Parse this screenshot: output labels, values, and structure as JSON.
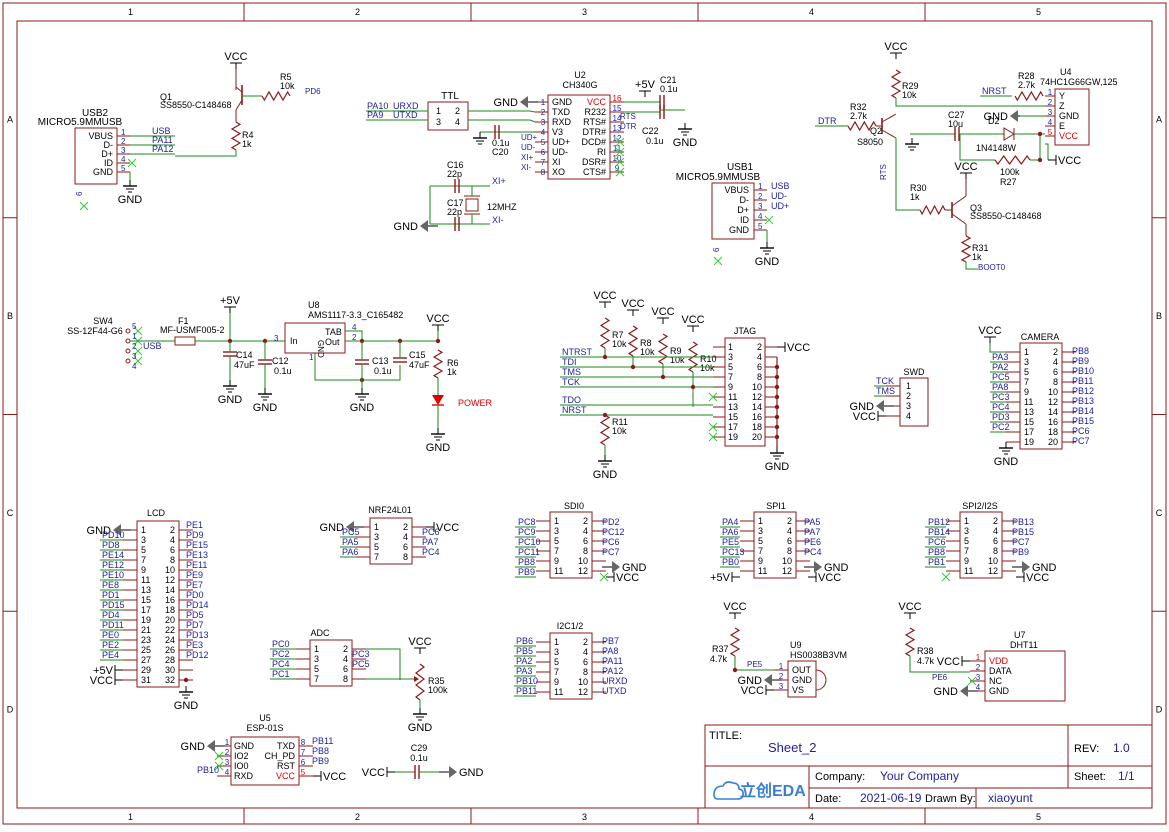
{
  "colors": {
    "border": "#8b1a1a",
    "wire": "#1a8a1a",
    "component": "#8b1a1a",
    "label": "#1e1ea0",
    "pinnum": "#1e1ea0",
    "power": "#000000",
    "accent_red": "#e00000",
    "noconnect": "#33cc33",
    "title_value": "#1e1ea0"
  },
  "frame": {
    "col_labels": [
      "1",
      "2",
      "3",
      "4",
      "5"
    ],
    "row_labels": [
      "A",
      "B",
      "C",
      "D"
    ]
  },
  "title_block": {
    "title_label": "TITLE:",
    "title_value": "Sheet_2",
    "rev_label": "REV:",
    "rev_value": "1.0",
    "company_label": "Company:",
    "company_value": "Your Company",
    "sheet_label": "Sheet:",
    "sheet_value": "1/1",
    "date_label": "Date:",
    "date_value": "2021-06-19",
    "drawn_label": "Drawn By:",
    "drawn_value": "xiaoyunt",
    "logo_text": "立创EDA"
  },
  "net_labels": {
    "vcc": "VCC",
    "gnd": "GND",
    "p5v": "+5V",
    "p5v_b": "+5V"
  },
  "usb2": {
    "ref": "USB2",
    "part": "MICRO5.9MMUSB",
    "pins": [
      "VBUS",
      "D-",
      "D+",
      "ID",
      "GND"
    ],
    "nets": [
      "USB",
      "PA11",
      "PA12"
    ]
  },
  "q1": {
    "ref": "Q1",
    "part": "SS8550-C148468",
    "r5": "R5",
    "r5v": "10k",
    "r5net": "PD6",
    "r4": "R4",
    "r4v": "1k"
  },
  "ttl": {
    "ref": "TTL",
    "l1": "PA10",
    "l1n": "URXD",
    "l2": "PA9",
    "l2n": "UTXD"
  },
  "u2": {
    "ref": "U2",
    "part": "CH340G",
    "left": [
      "GND",
      "TXD",
      "RXD",
      "V3",
      "UD+",
      "UD-",
      "XI",
      "XO"
    ],
    "right": [
      "VCC",
      "R232",
      "RTS#",
      "DTR#",
      "DCD#",
      "RI",
      "DSR#",
      "CTS#"
    ],
    "left_nets": [
      "UD+",
      "UD-",
      "XI+",
      "XI-"
    ],
    "right_nets": [
      "RTS",
      "DTR"
    ],
    "c20": "0.1u",
    "c20r": "C20",
    "c21": "C21",
    "c21v": "0.1u",
    "c22": "C22",
    "c22v": "0.1u"
  },
  "xtal": {
    "c16": "C16",
    "c16v": "22p",
    "c17": "C17",
    "c17v": "22p",
    "y": "12MHZ",
    "xip": "XI+",
    "xim": "XI-"
  },
  "autoreset": {
    "r29": "R29",
    "r29v": "10k",
    "r32": "R32",
    "r32v": "2.7k",
    "dtr": "DTR",
    "q2": "Q2",
    "q2p": "S8050",
    "rts": "RTS",
    "r30": "R30",
    "r30v": "1k",
    "q3": "Q3",
    "q3p": "SS8550-C148468",
    "r31": "R31",
    "r31v": "1k",
    "boot": "BOOT0",
    "r28": "R28",
    "r28v": "2.7k",
    "nrst": "NRST",
    "u4": "U4",
    "u4p": "74HC1G66GW,125",
    "u4pins": [
      "Y",
      "Z",
      "GND",
      "E",
      "VCC"
    ],
    "c27": "C27",
    "c27v": "10u",
    "d2": "D2",
    "d2p": "1N4148W",
    "r27": "R27",
    "r27v": "100k"
  },
  "usb1": {
    "ref": "USB1",
    "part": "MICRO5.9MMUSB",
    "pins": [
      "VBUS",
      "D-",
      "D+",
      "ID",
      "GND"
    ],
    "nets": [
      "USB",
      "UD-",
      "UD+"
    ]
  },
  "power": {
    "sw4": "SW4",
    "sw4p": "SS-12F44-G6",
    "usb": "USB",
    "f1": "F1",
    "f1p": "MF-USMF005-2",
    "u8": "U8",
    "u8p": "AMS1117-3.3_C165482",
    "u8in": "In",
    "u8tab": "TAB",
    "u8out": "Out",
    "u8gnd": "GND",
    "c14": "C14",
    "c14v": "47uF",
    "c12": "C12",
    "c12v": "0.1u",
    "c13": "C13",
    "c13v": "0.1u",
    "c15": "C15",
    "c15v": "47uF",
    "r6": "R6",
    "r6v": "1k",
    "led": "POWER"
  },
  "jtag": {
    "ref": "JTAG",
    "nets": [
      "NTRST",
      "TDI",
      "TMS",
      "TCK",
      "TDO",
      "NRST"
    ],
    "r7": "R7",
    "r7v": "10k",
    "r8": "R8",
    "r8v": "10k",
    "r9": "R9",
    "r9v": "10k",
    "r10": "R10",
    "r10v": "10k",
    "r11": "R11",
    "r11v": "10k"
  },
  "swd": {
    "ref": "SWD",
    "nets": [
      "TCK",
      "TMS"
    ]
  },
  "camera": {
    "ref": "CAMERA",
    "left": [
      "PA3",
      "PA2",
      "PC5",
      "PA8",
      "PC3",
      "PC4",
      "PD3",
      "PC2"
    ],
    "right": [
      "PB8",
      "PB9",
      "PB10",
      "PB11",
      "PB12",
      "PB13",
      "PB14",
      "PB15",
      "PC6",
      "PC7"
    ]
  },
  "lcd": {
    "ref": "LCD",
    "left": [
      "PD10",
      "PD8",
      "PE14",
      "PE12",
      "PE10",
      "PE8",
      "PD1",
      "PD15",
      "PD4",
      "PD11",
      "PE0",
      "PE2",
      "PE4"
    ],
    "right": [
      "PE1",
      "PD9",
      "PE15",
      "PE13",
      "PE11",
      "PE9",
      "PE7",
      "PD0",
      "PD14",
      "PD5",
      "PD7",
      "PD13",
      "PE3",
      "PD12"
    ]
  },
  "nrf": {
    "ref": "NRF24L01",
    "left": [
      "PC5",
      "PA5",
      "PA6"
    ],
    "right": [
      "PC6",
      "PA7",
      "PC4"
    ]
  },
  "sdio": {
    "ref": "SDI0",
    "left": [
      "PC8",
      "PC9",
      "PC10",
      "PC11",
      "PB8",
      "PB9"
    ],
    "right": [
      "PD2",
      "PC12",
      "PC6",
      "PC7"
    ]
  },
  "spi1": {
    "ref": "SPI1",
    "left": [
      "PA4",
      "PA6",
      "PE5",
      "PC13",
      "PB0"
    ],
    "right": [
      "PA5",
      "PA7",
      "PE6",
      "PC4"
    ]
  },
  "spi2": {
    "ref": "SPI2/I2S",
    "left": [
      "PB12",
      "PB14",
      "PC6",
      "PB8",
      "PB1"
    ],
    "right": [
      "PB13",
      "PB15",
      "PC7",
      "PB9"
    ]
  },
  "adc": {
    "ref": "ADC",
    "left": [
      "PC0",
      "PC2",
      "PC4",
      "PC1"
    ],
    "right": [
      "PC3",
      "PC5"
    ],
    "r35": "R35",
    "r35v": "100k"
  },
  "i2c": {
    "ref": "I2C1/2",
    "left": [
      "PB6",
      "PB5",
      "PA2",
      "PA3",
      "PB10",
      "PB11"
    ],
    "right": [
      "PB7",
      "PA8",
      "PA11",
      "PA12",
      "URXD",
      "UTXD"
    ]
  },
  "u9": {
    "ref": "U9",
    "part": "HS0038B3VM",
    "pins": [
      "OUT",
      "GND",
      "VS"
    ],
    "r37": "R37",
    "r37v": "4.7k",
    "net": "PE5"
  },
  "u7": {
    "ref": "U7",
    "part": "DHT11",
    "pins": [
      "VDD",
      "DATA",
      "NC",
      "GND"
    ],
    "r38": "R38",
    "r38v": "4.7k",
    "net": "PE6"
  },
  "u5": {
    "ref": "U5",
    "part": "ESP-01S",
    "left": [
      "GND",
      "IO2",
      "IO0",
      "RXD"
    ],
    "right": [
      "TXD",
      "CH_PD",
      "RST",
      "VCC"
    ],
    "nets": [
      "PB11",
      "PB8",
      "PB9",
      "PB10"
    ]
  },
  "c29": {
    "ref": "C29",
    "val": "0.1u"
  }
}
